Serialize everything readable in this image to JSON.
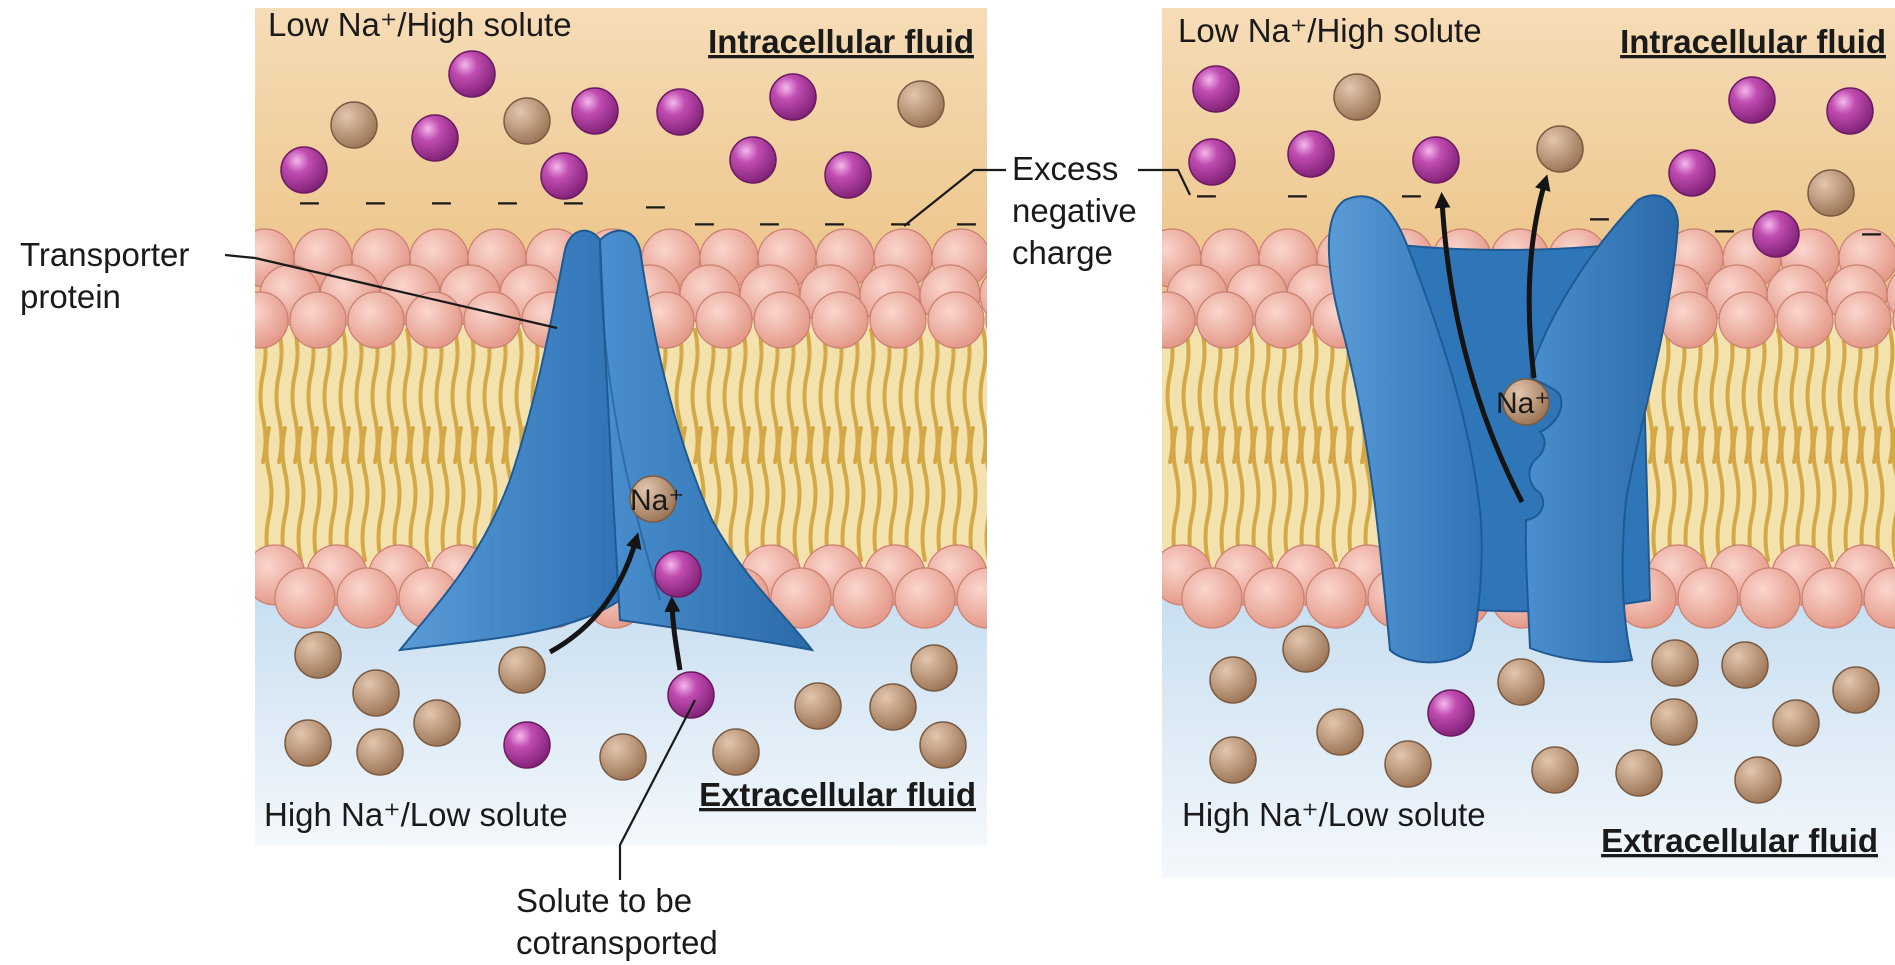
{
  "panels": [
    {
      "top_left": "Low Na⁺/High solute",
      "top_right": "Intracellular fluid",
      "bottom_left": "High Na⁺/Low solute",
      "bottom_right": "Extracellular fluid",
      "ion_label": "Na⁺"
    },
    {
      "top_left": "Low Na⁺/High solute",
      "top_right": "Intracellular fluid",
      "bottom_left": "High Na⁺/Low solute",
      "bottom_right": "Extracellular fluid",
      "ion_label": "Na⁺"
    }
  ],
  "callouts": {
    "transporter_line1": "Transporter",
    "transporter_line2": "protein",
    "excess_line1": "Excess",
    "excess_line2": "negative",
    "excess_line3": "charge",
    "solute_line1": "Solute to be",
    "solute_line2": "cotransported"
  },
  "negative_charge_symbol": "–",
  "colors": {
    "intracellular": "#f1cf9f",
    "extracellular": "#d9e9f5",
    "membrane_core": "#f3dfa8",
    "lipid_tail": "#d9ad45",
    "lipid_head": "#f2aca0",
    "protein": "#3a82c4",
    "solute_particle": "#b0389f",
    "sodium_particle": "#a98362"
  }
}
